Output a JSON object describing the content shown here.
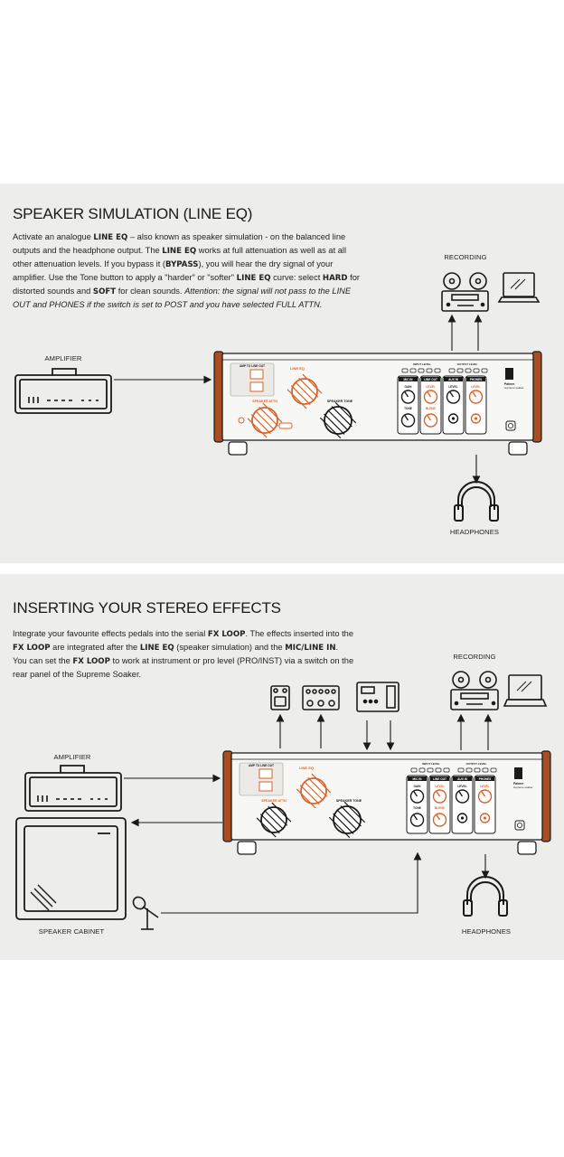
{
  "section1": {
    "title": "SPEAKER SIMULATION (LINE EQ)",
    "paragraph": [
      {
        "t": "Activate an analogue "
      },
      {
        "b": "LINE EQ"
      },
      {
        "t": " – also known as speaker simulation - on the balanced line outputs and the headphone output. The "
      },
      {
        "b": "LINE EQ"
      },
      {
        "t": " works at full attenuation as well as at all other attenuation levels. If you bypass it ("
      },
      {
        "b": "BYPASS"
      },
      {
        "t": "), you will hear the dry signal of your amplifier. Use the Tone button to apply a \"harder\" or \"softer\" "
      },
      {
        "b": "LINE EQ"
      },
      {
        "t": " curve: select "
      },
      {
        "b": "HARD"
      },
      {
        "t": " for distorted sounds and "
      },
      {
        "b": "SOFT"
      },
      {
        "t": " for clean sounds. "
      },
      {
        "i": "Attention: the signal will not pass to the LINE OUT and PHONES if the switch is set to POST and you have selected FULL ATTN."
      }
    ],
    "labels": {
      "recording": "RECORDING",
      "amplifier": "AMPLIFIER",
      "headphones": "HEADPHONES"
    }
  },
  "section2": {
    "title": "INSERTING YOUR STEREO EFFECTS",
    "paragraph": [
      {
        "t": "Integrate your favourite effects pedals into the serial "
      },
      {
        "b": "FX LOOP"
      },
      {
        "t": ". The effects inserted into the "
      },
      {
        "b": "FX LOOP"
      },
      {
        "t": " are integrated after the "
      },
      {
        "b": "LINE EQ"
      },
      {
        "t": " (speaker simulation) and the "
      },
      {
        "b": "MIC/LINE IN"
      },
      {
        "t": ". You can set the "
      },
      {
        "b": "FX LOOP"
      },
      {
        "t": " to work at instrument or pro level (PRO/INST) via a switch on the rear panel of the Supreme Soaker."
      }
    ],
    "labels": {
      "recording": "RECORDING",
      "amplifier": "AMPLIFIER",
      "speaker_cabinet": "SPEAKER CABINET",
      "headphones": "HEADPHONES"
    }
  },
  "device": {
    "brand": "Palmer",
    "model": "supreme soaker",
    "amp_to_line_out": "AMP TO LINE OUT",
    "line_eq": "LINE EQ",
    "speaker_attn": "SPEAKER ATTN",
    "speaker_tone": "SPEAKER TONE",
    "input_level": "INPUT LEVEL",
    "output_level": "OUTPUT LEVEL",
    "mic_in": "MIC IN",
    "line_out": "LINE OUT",
    "aux_in": "AUX IN",
    "phones": "PHONES",
    "gain": "GAIN",
    "level": "LEVEL",
    "tone": "TONE",
    "blend": "BLEND"
  },
  "colors": {
    "accent": "#d9642a",
    "panel_bg": "#ededeb",
    "ink": "#1a1a1a",
    "wood": "#a94d22"
  }
}
